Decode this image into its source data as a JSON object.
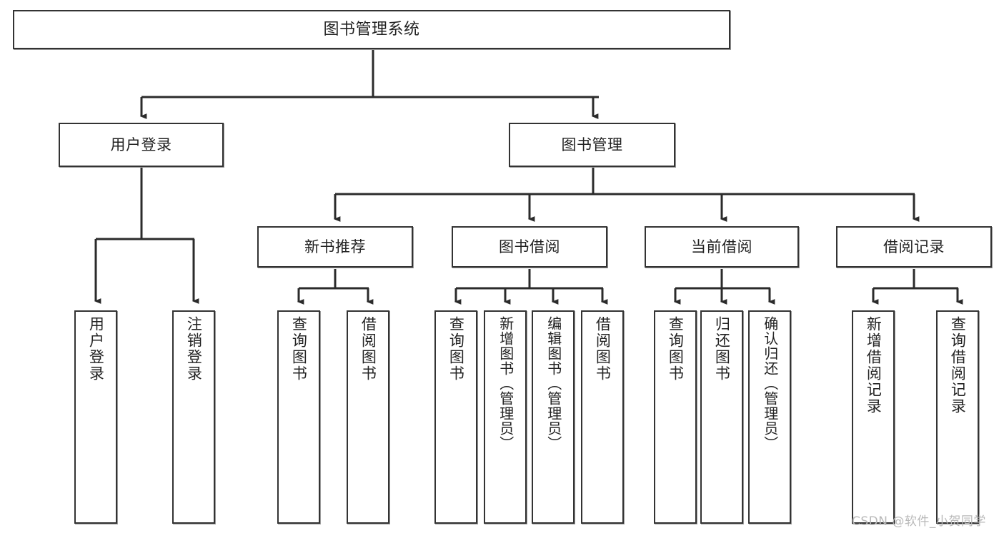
{
  "diagram": {
    "type": "tree",
    "title": "图书管理系统",
    "orientation": "top-down",
    "watermark": "CSDN @软件_小贺同学",
    "colors": {
      "box_border": "#333333",
      "box_fill": "#ffffff",
      "connector": "#2b2b2b",
      "text": "#222222",
      "watermark": "#b9b9b9",
      "background": "#ffffff"
    },
    "levels": 4,
    "nodes": {
      "root": {
        "label": "图书管理系统",
        "level": 1,
        "orientation": "horizontal"
      },
      "l2": [
        {
          "id": "user_login",
          "label": "用户登录",
          "level": 2,
          "orientation": "horizontal"
        },
        {
          "id": "book_manage",
          "label": "图书管理",
          "level": 2,
          "orientation": "horizontal"
        }
      ],
      "l3": [
        {
          "id": "new_book_rec",
          "label": "新书推荐",
          "level": 3,
          "orientation": "horizontal",
          "parent": "book_manage"
        },
        {
          "id": "book_borrow",
          "label": "图书借阅",
          "level": 3,
          "orientation": "horizontal",
          "parent": "book_manage"
        },
        {
          "id": "current_borrow",
          "label": "当前借阅",
          "level": 3,
          "orientation": "horizontal",
          "parent": "book_manage"
        },
        {
          "id": "borrow_record",
          "label": "借阅记录",
          "level": 3,
          "orientation": "horizontal",
          "parent": "book_manage"
        }
      ],
      "leaves": [
        {
          "id": "leaf_user_login",
          "label": "用户登录",
          "parent": "user_login",
          "orientation": "vertical"
        },
        {
          "id": "leaf_user_logout",
          "label": "注销登录",
          "parent": "user_login",
          "orientation": "vertical"
        },
        {
          "id": "leaf_rec_query",
          "label": "查询图书",
          "parent": "new_book_rec",
          "orientation": "vertical"
        },
        {
          "id": "leaf_rec_borrow",
          "label": "借阅图书",
          "parent": "new_book_rec",
          "orientation": "vertical"
        },
        {
          "id": "leaf_bb_query",
          "label": "查询图书",
          "parent": "book_borrow",
          "orientation": "vertical"
        },
        {
          "id": "leaf_bb_add",
          "label": "新增图书（管理员）",
          "parent": "book_borrow",
          "orientation": "vertical"
        },
        {
          "id": "leaf_bb_edit",
          "label": "编辑图书（管理员）",
          "parent": "book_borrow",
          "orientation": "vertical"
        },
        {
          "id": "leaf_bb_borrow",
          "label": "借阅图书",
          "parent": "book_borrow",
          "orientation": "vertical"
        },
        {
          "id": "leaf_cb_query",
          "label": "查询图书",
          "parent": "current_borrow",
          "orientation": "vertical"
        },
        {
          "id": "leaf_cb_return",
          "label": "归还图书",
          "parent": "current_borrow",
          "orientation": "vertical"
        },
        {
          "id": "leaf_cb_confirm",
          "label": "确认归还（管理员）",
          "parent": "current_borrow",
          "orientation": "vertical"
        },
        {
          "id": "leaf_br_add",
          "label": "新增借阅记录",
          "parent": "borrow_record",
          "orientation": "vertical"
        },
        {
          "id": "leaf_br_query",
          "label": "查询借阅记录",
          "parent": "borrow_record",
          "orientation": "vertical"
        }
      ]
    }
  }
}
